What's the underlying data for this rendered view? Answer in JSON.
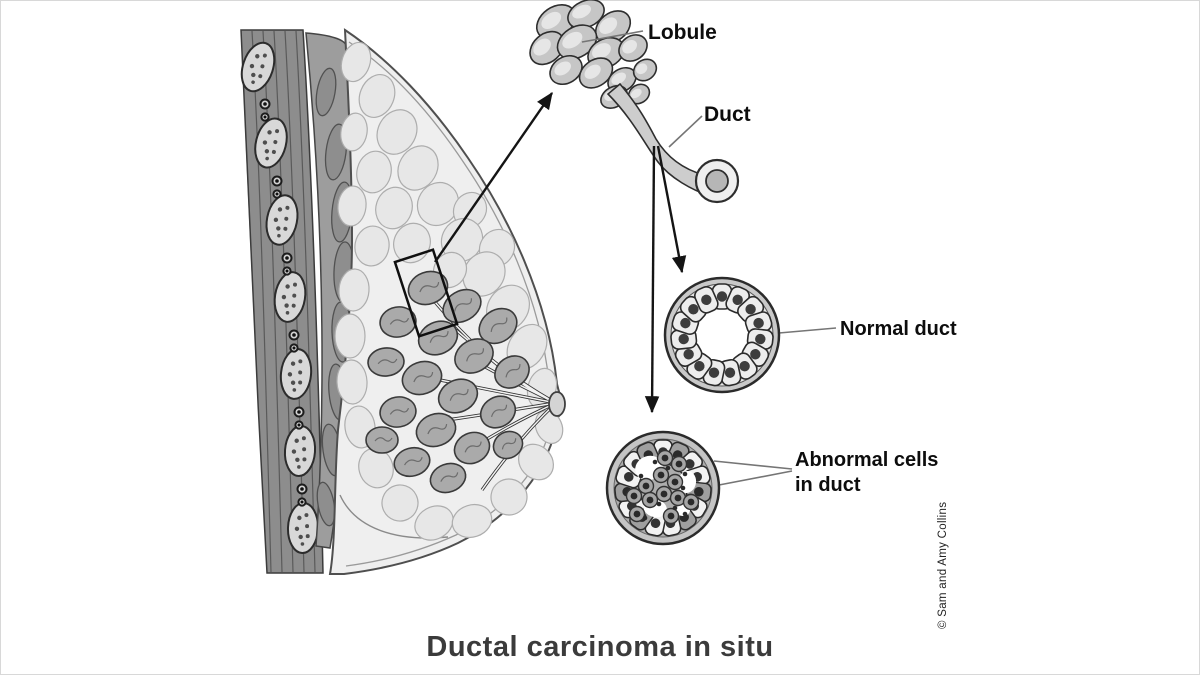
{
  "figure": {
    "title": "Ductal carcinoma in situ",
    "credit": "© Sam and Amy Collins",
    "callouts": {
      "lobule": "Lobule",
      "duct": "Duct",
      "normal_duct": "Normal duct",
      "abnormal_cells_line1": "Abnormal cells",
      "abnormal_cells_line2": "in duct"
    },
    "colors": {
      "background": "#ffffff",
      "line_art": "#1a1a1a",
      "label_text": "#0d0d0d",
      "title_text": "#3b3b3b",
      "muscle_gray": "#9d9d9d",
      "gland_gray": "#aaaaaa",
      "fat_gray": "#e7e7e7",
      "cell_body_gray": "#ededed",
      "nucleus_gray": "#3d3d3d"
    }
  }
}
